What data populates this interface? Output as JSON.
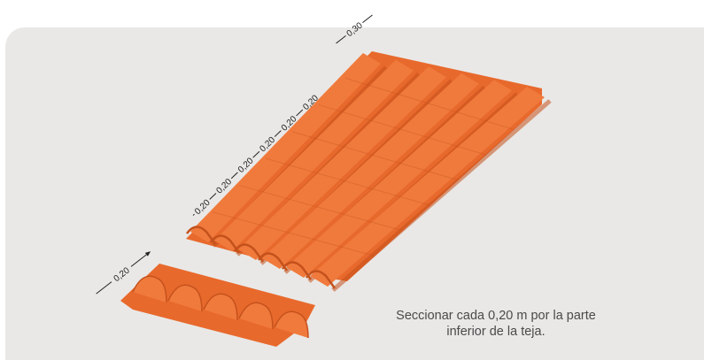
{
  "diagram": {
    "colors": {
      "panel": "#e9e8e6",
      "tile_light": "#f07a3c",
      "tile_mid": "#e8692c",
      "tile_dark": "#c4511c",
      "dim_line": "#222222"
    },
    "dimensions": {
      "top_width": "0,30",
      "course_spacing": [
        "0,20",
        "0,20",
        "0,20",
        "0,20",
        "0,20",
        "0,20"
      ],
      "section_length": "0,20"
    },
    "caption": {
      "line1": "Seccionar cada 0,20 m por la parte",
      "line2": "inferior de la teja."
    }
  }
}
